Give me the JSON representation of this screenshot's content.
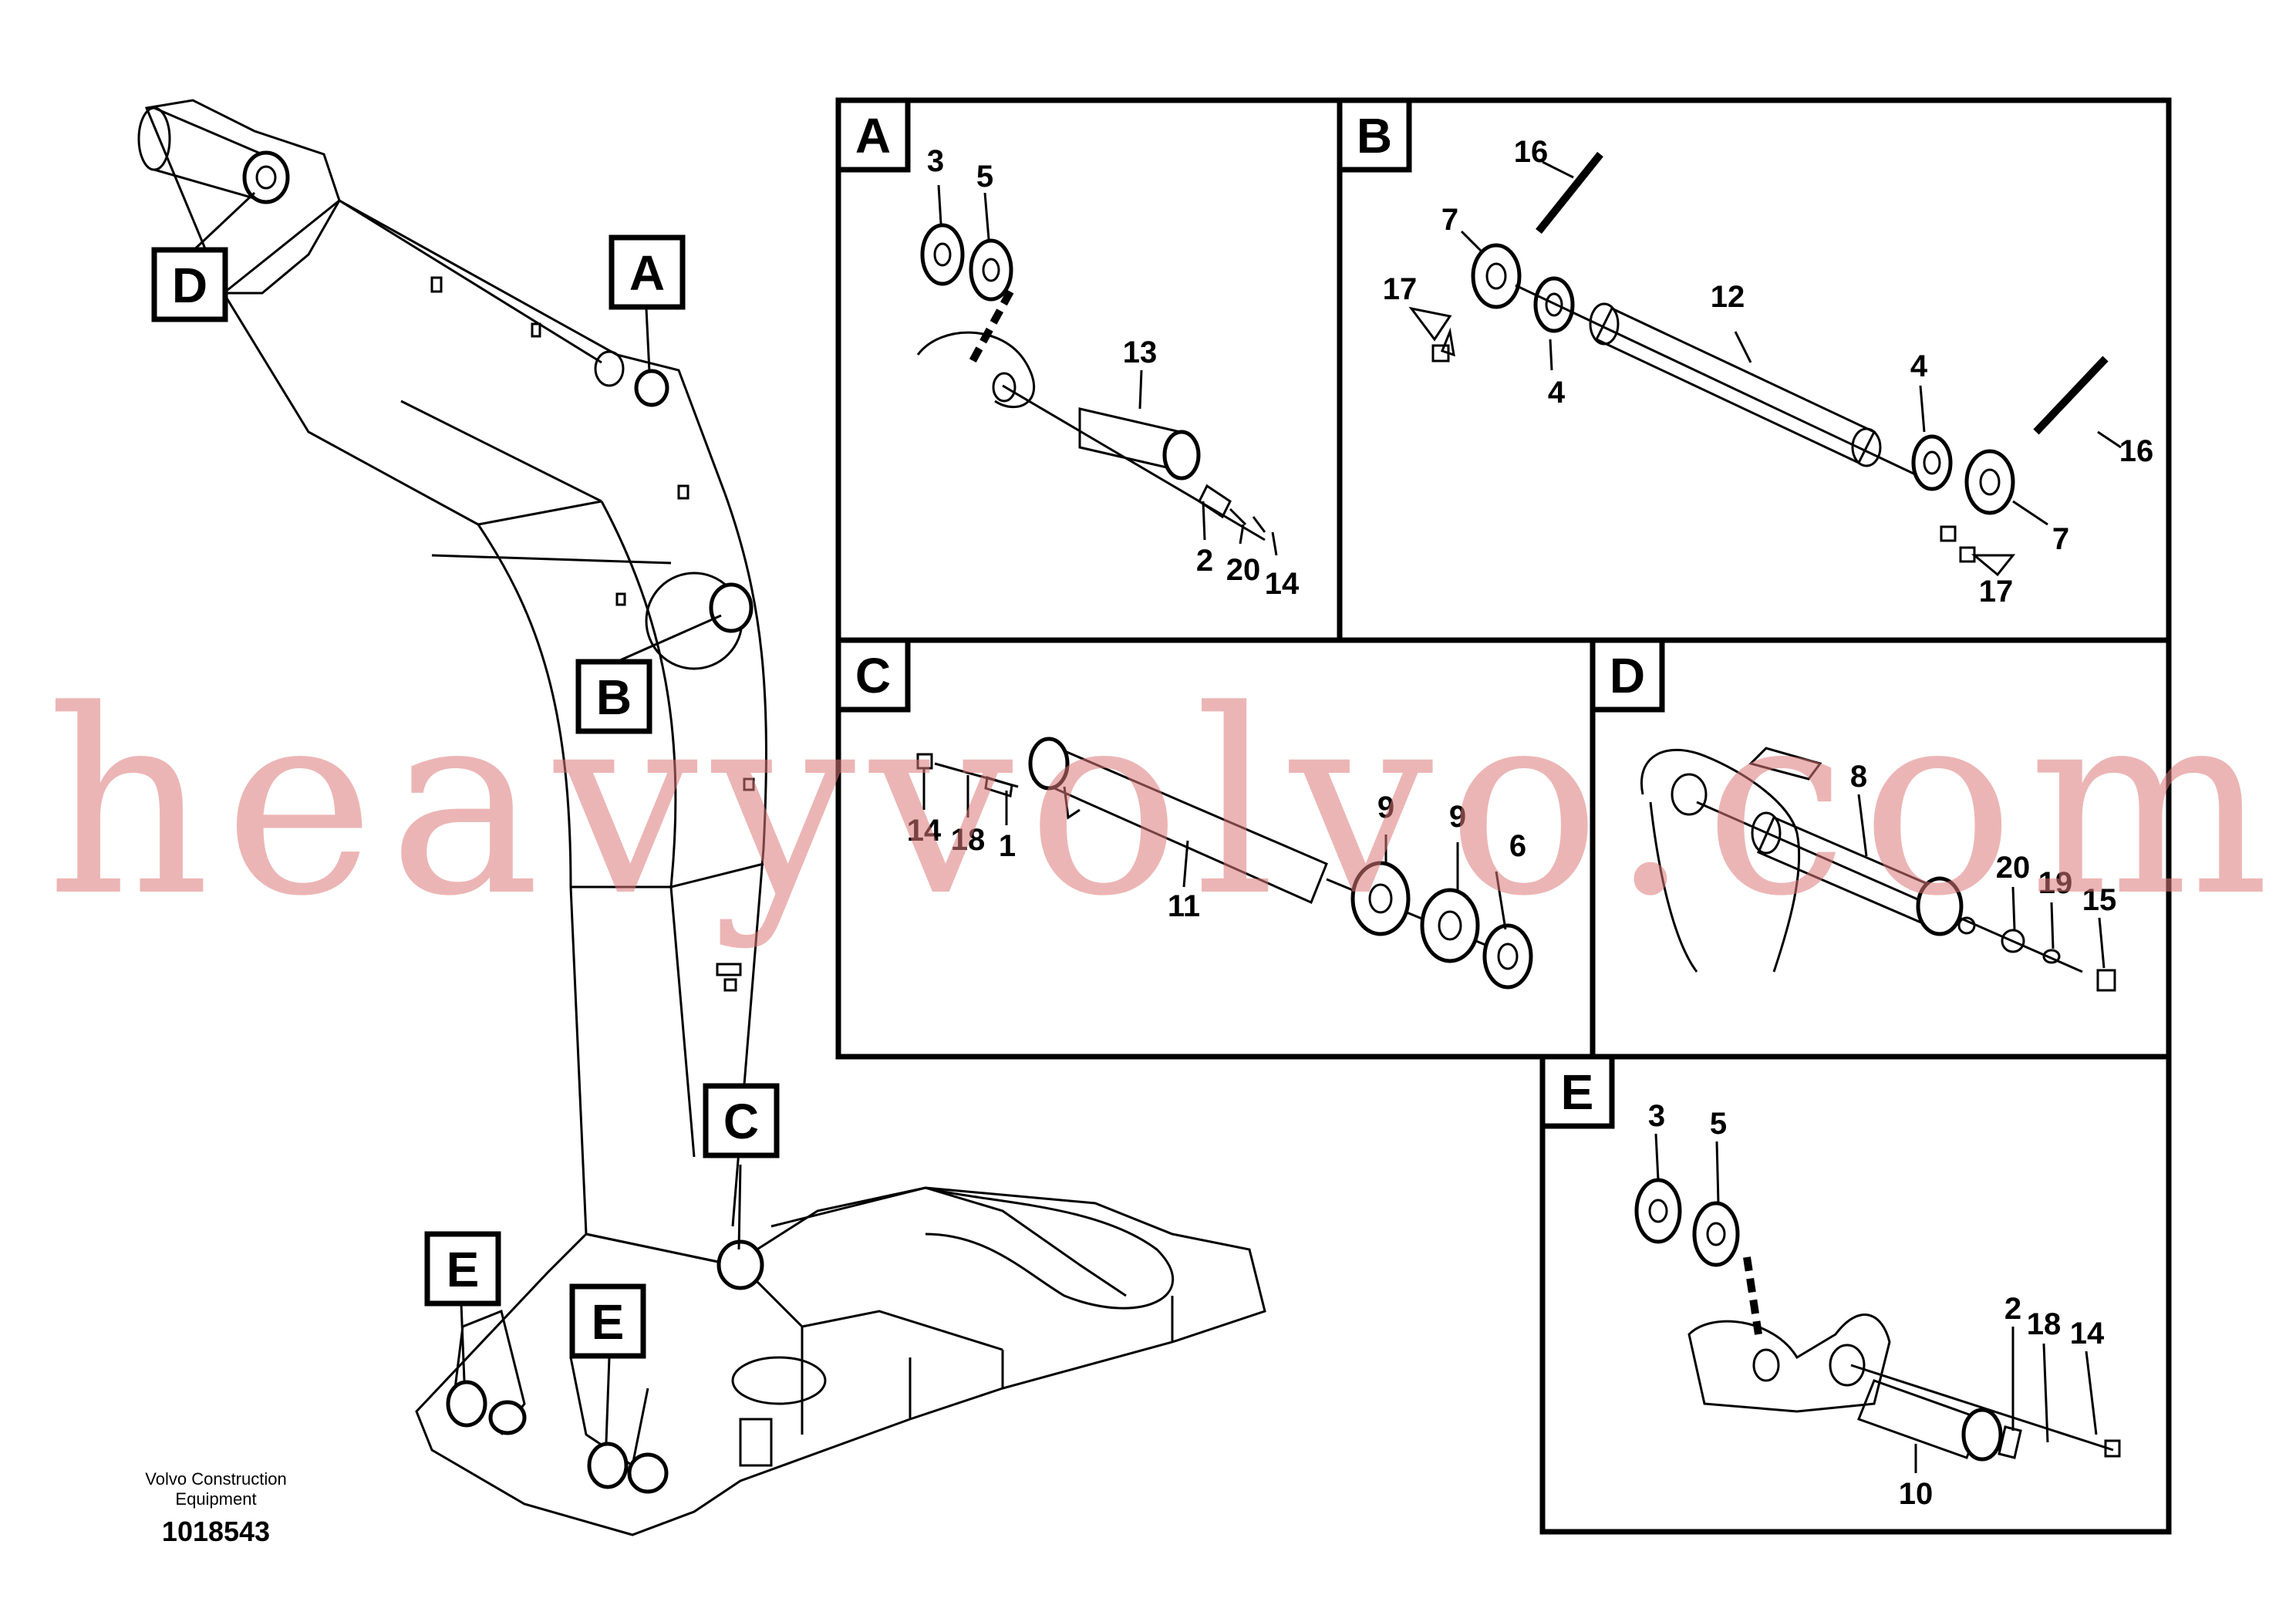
{
  "watermark": "heavyvolvo.com",
  "footer": {
    "company_line1": "Volvo Construction",
    "company_line2": "Equipment",
    "drawing_number": "1018543"
  },
  "callouts": {
    "A": "A",
    "B": "B",
    "C": "C",
    "D": "D",
    "E1": "E",
    "E2": "E"
  },
  "panels": {
    "A": {
      "tag": "A",
      "labels": {
        "p3": "3",
        "p5": "5",
        "p13": "13",
        "p2": "2",
        "p20": "20",
        "p14": "14"
      }
    },
    "B": {
      "tag": "B",
      "labels": {
        "p16a": "16",
        "p7a": "7",
        "p17a": "17",
        "p4a": "4",
        "p12": "12",
        "p4b": "4",
        "p16b": "16",
        "p7b": "7",
        "p17b": "17"
      }
    },
    "C": {
      "tag": "C",
      "labels": {
        "p14": "14",
        "p18": "18",
        "p1": "1",
        "p11": "11",
        "p9a": "9",
        "p9b": "9",
        "p6": "6"
      }
    },
    "D": {
      "tag": "D",
      "labels": {
        "p8": "8",
        "p20": "20",
        "p19": "19",
        "p15": "15"
      }
    },
    "E": {
      "tag": "E",
      "labels": {
        "p3": "3",
        "p5": "5",
        "p2": "2",
        "p18": "18",
        "p14": "14",
        "p10": "10"
      }
    }
  }
}
